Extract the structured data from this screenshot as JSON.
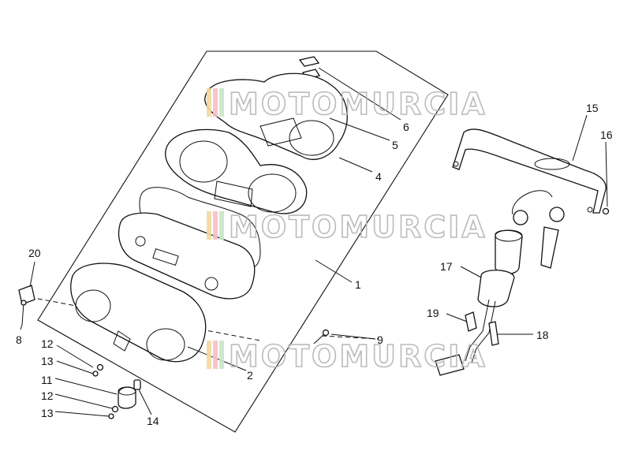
{
  "watermark": {
    "text": "MOTOMURCIA"
  },
  "callouts": {
    "c1": "1",
    "c2": "2",
    "c4": "4",
    "c5": "5",
    "c6": "6",
    "c8": "8",
    "c9": "9",
    "c11": "11",
    "c12a": "12",
    "c12b": "12",
    "c13a": "13",
    "c13b": "13",
    "c14": "14",
    "c15": "15",
    "c16": "16",
    "c17": "17",
    "c18": "18",
    "c19": "19",
    "c20": "20"
  }
}
